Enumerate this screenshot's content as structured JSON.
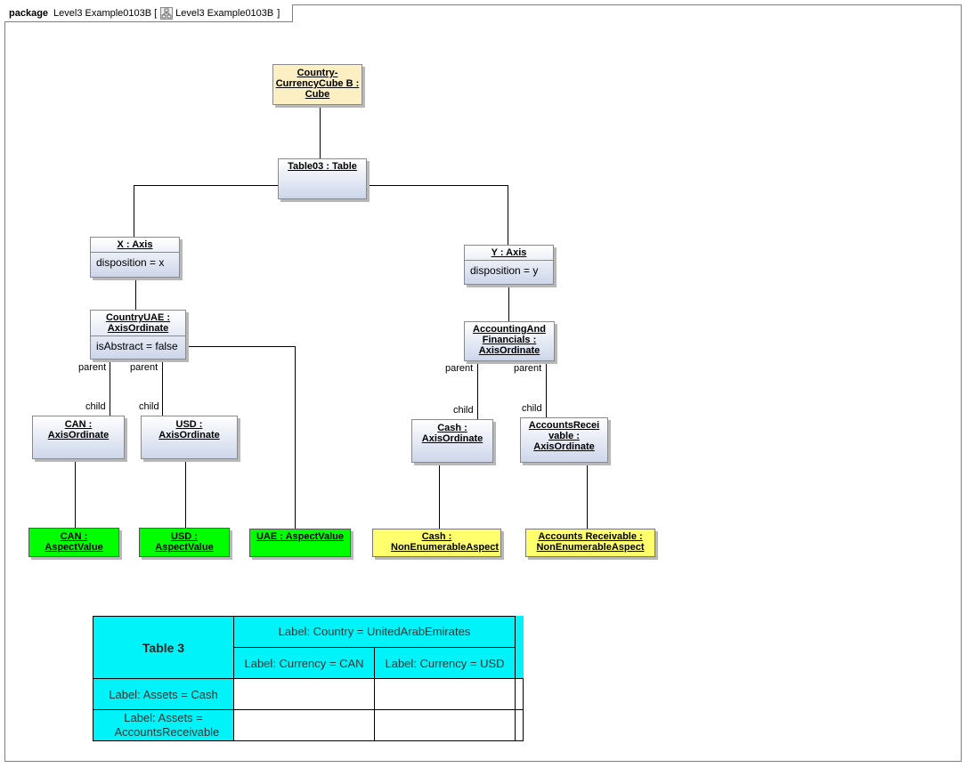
{
  "frame": {
    "keyword": "package",
    "name": "Level3 Example0103B",
    "bracket_open": "[",
    "diagram_name": "Level3 Example0103B",
    "bracket_close": "]",
    "diagram_icon": "class-diagram-icon"
  },
  "nodes": {
    "cube": {
      "title": "Country-CurrencyCube B : Cube"
    },
    "table": {
      "title": "Table03 : Table"
    },
    "xaxis": {
      "title": "X : Axis",
      "attr": "disposition = x"
    },
    "yaxis": {
      "title": "Y : Axis",
      "attr": "disposition = y"
    },
    "countryuae": {
      "title": "CountryUAE : AxisOrdinate",
      "attr": "isAbstract = false"
    },
    "accfin": {
      "title": "AccountingAnd Financials : AxisOrdinate"
    },
    "can_ord": {
      "title": "CAN : AxisOrdinate"
    },
    "usd_ord": {
      "title": "USD : AxisOrdinate"
    },
    "cash_ord": {
      "title": "Cash : AxisOrdinate"
    },
    "ar_ord": {
      "title": "AccountsRecei vable : AxisOrdinate"
    },
    "can_val": {
      "title": "CAN : AspectValue"
    },
    "usd_val": {
      "title": "USD : AspectValue"
    },
    "uae_val": {
      "title": "UAE : AspectValue"
    },
    "cash_asp": {
      "title": "Cash : NonEnumerableAspect"
    },
    "ar_asp": {
      "title": "Accounts Receivable : NonEnumerableAspect"
    }
  },
  "role_labels": {
    "parent": "parent",
    "child": "child"
  },
  "grid_table": {
    "corner": "Table 3",
    "country_header": "Label: Country = UnitedArabEmirates",
    "currency_can": "Label: Currency = CAN",
    "currency_usd": "Label: Currency = USD",
    "row_cash": "Label: Assets = Cash",
    "row_ar": "Label: Assets = AccountsReceivable"
  }
}
